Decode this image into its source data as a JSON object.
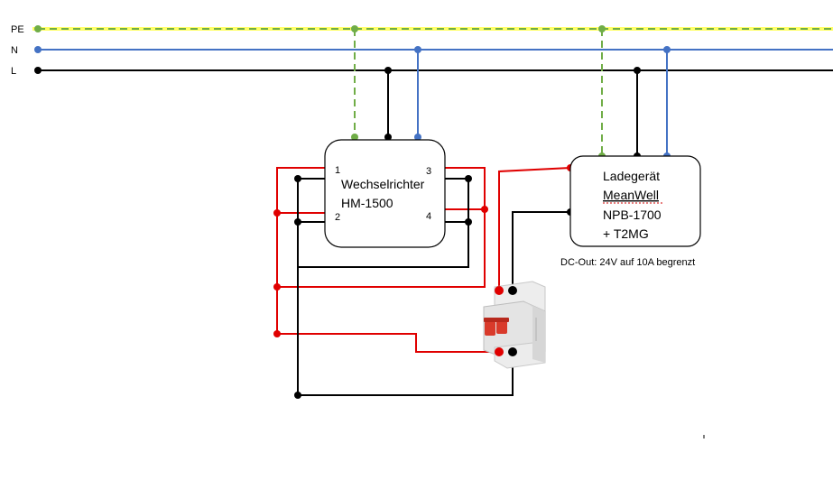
{
  "rails": {
    "pe": "PE",
    "n": "N",
    "l": "L"
  },
  "inverter": {
    "title": [
      "Wechselrichter",
      "HM-1500"
    ],
    "terminals": {
      "t1": "1",
      "t2": "2",
      "t3": "3",
      "t4": "4"
    }
  },
  "charger": {
    "title": [
      "Ladegerät",
      "MeanWell",
      "NPB-1700",
      "+ T2MG"
    ]
  },
  "dc_note": "DC-Out: 24V auf 10A begrenzt",
  "colors": {
    "pe": "#70ad47",
    "pe_highlight": "#ffff66",
    "neutral": "#4472c4",
    "line": "#000000",
    "dc_positive": "#e00000",
    "dc_negative": "#000000",
    "breaker_red": "#d93a2b",
    "breaker_body": "#e6e6e6"
  },
  "icons": {
    "breaker": "two-pole-circuit-breaker-icon"
  }
}
